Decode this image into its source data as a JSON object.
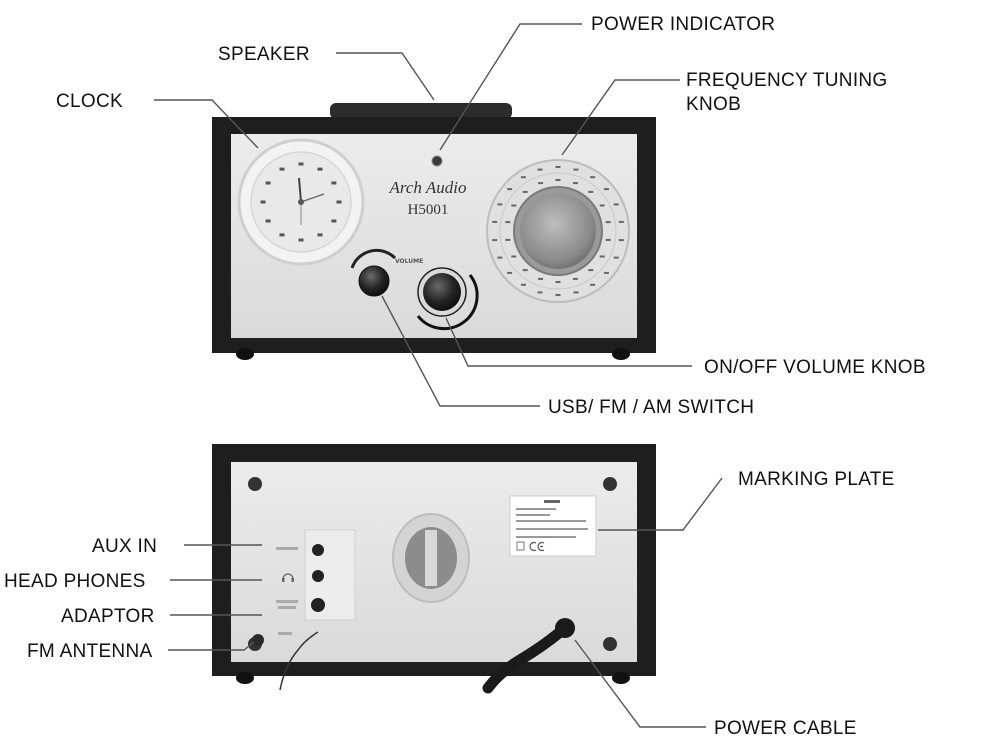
{
  "labels": {
    "speaker": "SPEAKER",
    "power_indicator": "POWER INDICATOR",
    "clock": "CLOCK",
    "frequency_tuning_line1": "FREQUENCY TUNING",
    "frequency_tuning_line2": "KNOB",
    "on_off_volume": "ON/OFF VOLUME KNOB",
    "usb_fm_am": "USB/ FM / AM  SWITCH",
    "marking_plate": "MARKING PLATE",
    "aux_in": "AUX IN",
    "head_phones": "HEAD PHONES",
    "adaptor": "ADAPTOR",
    "fm_antenna": "FM ANTENNA",
    "power_cable": "POWER CABLE"
  },
  "device": {
    "brand": "Arch Audio",
    "model": "H5001",
    "volume_text": "VOLUME"
  },
  "colors": {
    "cabinet": "#1e1e1e",
    "face_panel": "#e4e4e4",
    "leader_line": "#555555"
  },
  "icons": {
    "headphone_jack": "headphones-icon",
    "ce_mark": "ce-mark-icon"
  }
}
